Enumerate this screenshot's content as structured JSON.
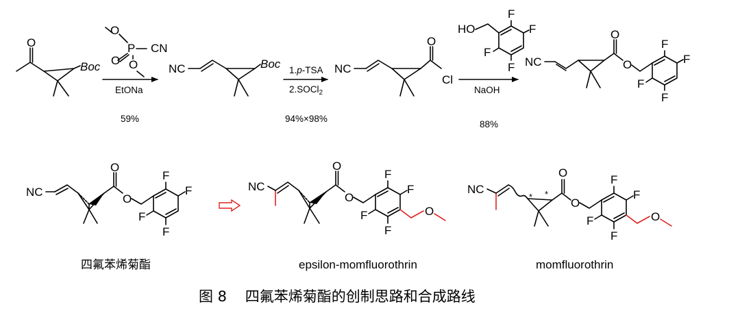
{
  "atoms": {
    "boc": "Boc",
    "nc": "NC",
    "cl": "Cl",
    "o": "O",
    "f": "F",
    "p": "P",
    "cn": "CN",
    "ho": "HO",
    "star": "*"
  },
  "conditions": {
    "step1": {
      "reagent_below": "EtONa",
      "yield": "59%"
    },
    "step2": {
      "line1_prefix": "1.",
      "line1_italic": "p",
      "line1_suffix": "-TSA",
      "line2_main": "2.SOCl",
      "line2_sub": "2",
      "yield": "94%×98%"
    },
    "step3": {
      "reagent_below": "NaOH",
      "yield": "88%"
    }
  },
  "compounds": {
    "tetramethrin_cn": "四氟苯烯菊酯",
    "epsilon_momfluorothrin": "epsilon-momfluorothrin",
    "momfluorothrin": "momfluorothrin"
  },
  "caption": "图 8    四氟苯烯菊酯的创制思路和合成路线",
  "colors": {
    "highlight": "#e02020",
    "ink": "#000000"
  }
}
